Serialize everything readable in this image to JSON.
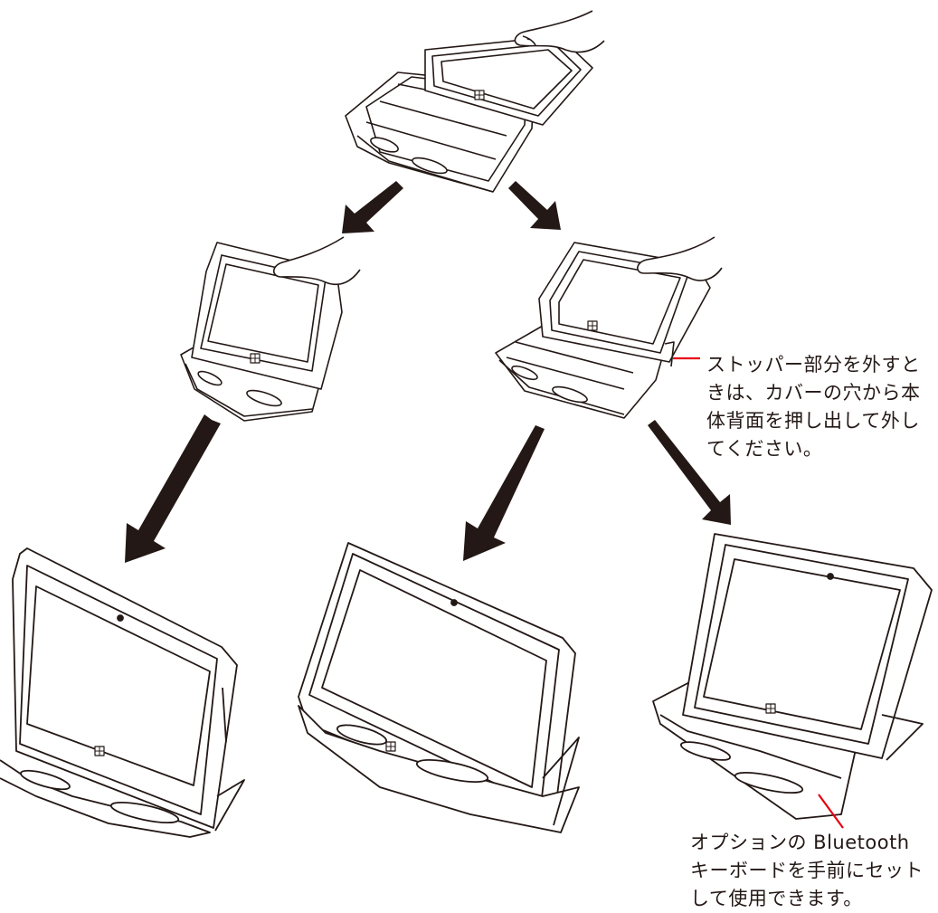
{
  "annotations": {
    "stopper": {
      "lines": [
        "ストッパー部分を外すと",
        "きは、カバーの穴から本",
        "体背面を押し出して外し",
        "てください。"
      ]
    },
    "keyboard": {
      "lines": [
        "オプションの Bluetooth",
        "キーボードを手前にセット",
        "して使用できます。"
      ]
    }
  },
  "colors": {
    "line": "#231815",
    "callout": "#e60012",
    "arrow": "#231815"
  },
  "icons": [
    "hand-icon",
    "windows-logo-icon",
    "camera-icon"
  ]
}
